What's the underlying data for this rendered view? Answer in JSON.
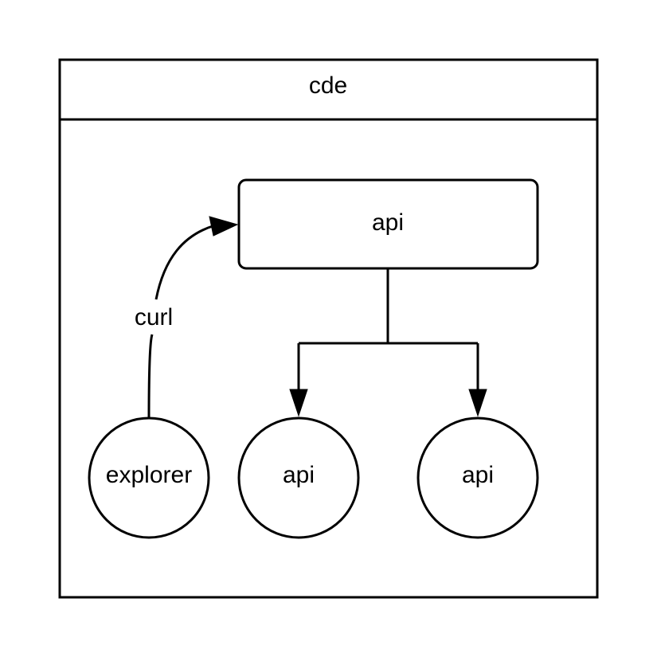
{
  "diagram": {
    "container": {
      "title": "cde"
    },
    "nodes": {
      "api_main": "api",
      "explorer": "explorer",
      "api_left": "api",
      "api_right": "api"
    },
    "edges": {
      "curl_label": "curl"
    }
  }
}
